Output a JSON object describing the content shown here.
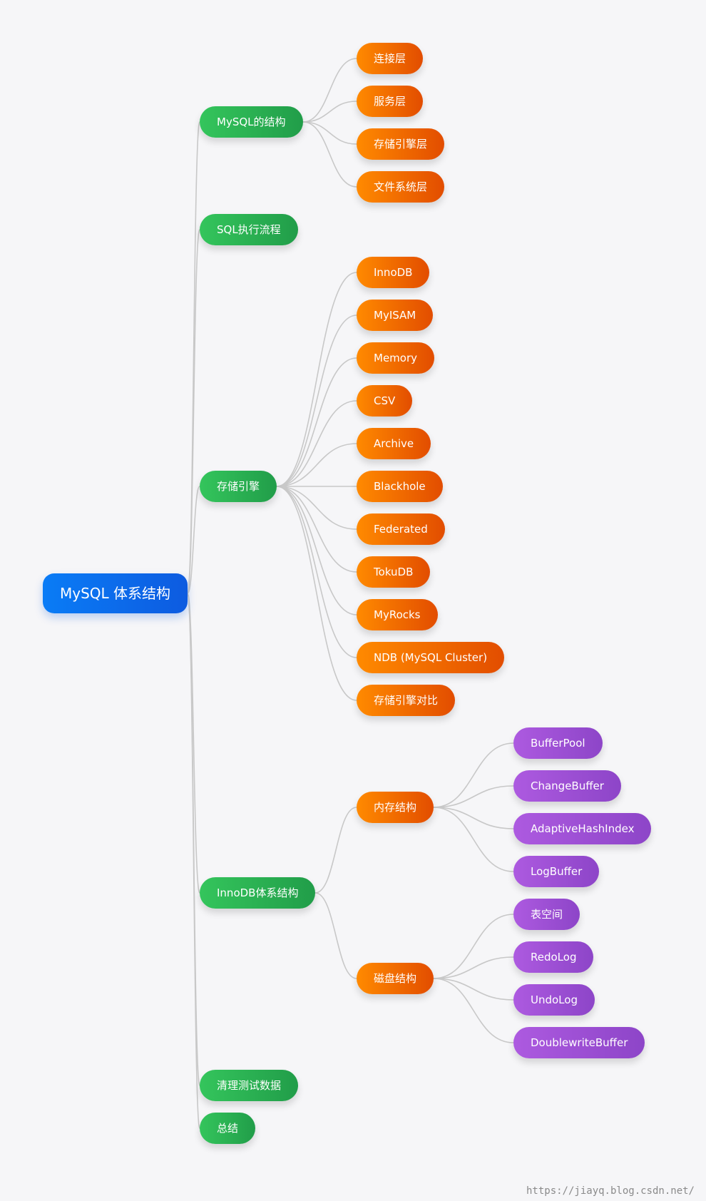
{
  "mindmap": {
    "root": {
      "label": "MySQL 体系结构",
      "children": [
        {
          "label": "MySQL的结构",
          "children": [
            {
              "label": "连接层"
            },
            {
              "label": "服务层"
            },
            {
              "label": "存储引擎层"
            },
            {
              "label": "文件系统层"
            }
          ]
        },
        {
          "label": "SQL执行流程"
        },
        {
          "label": "存储引擎",
          "children": [
            {
              "label": "InnoDB"
            },
            {
              "label": "MyISAM"
            },
            {
              "label": "Memory"
            },
            {
              "label": "CSV"
            },
            {
              "label": "Archive"
            },
            {
              "label": "Blackhole"
            },
            {
              "label": "Federated"
            },
            {
              "label": "TokuDB"
            },
            {
              "label": "MyRocks"
            },
            {
              "label": "NDB (MySQL Cluster)"
            },
            {
              "label": "存储引擎对比"
            }
          ]
        },
        {
          "label": "InnoDB体系结构",
          "children": [
            {
              "label": "内存结构",
              "children": [
                {
                  "label": "BufferPool"
                },
                {
                  "label": "ChangeBuffer"
                },
                {
                  "label": "AdaptiveHashIndex"
                },
                {
                  "label": "LogBuffer"
                }
              ]
            },
            {
              "label": "磁盘结构",
              "children": [
                {
                  "label": "表空间"
                },
                {
                  "label": "RedoLog"
                },
                {
                  "label": "UndoLog"
                },
                {
                  "label": "DoublewriteBuffer"
                }
              ]
            }
          ]
        },
        {
          "label": "清理测试数据"
        },
        {
          "label": "总结"
        }
      ]
    },
    "colors": {
      "root": "#0a6cf0",
      "level1": "#2db353",
      "level2": "#f06f00",
      "level3": "#9b4fd6",
      "link": "#c8c8c8",
      "background": "#f6f6f8"
    }
  },
  "watermark": "https://jiayq.blog.csdn.net/"
}
